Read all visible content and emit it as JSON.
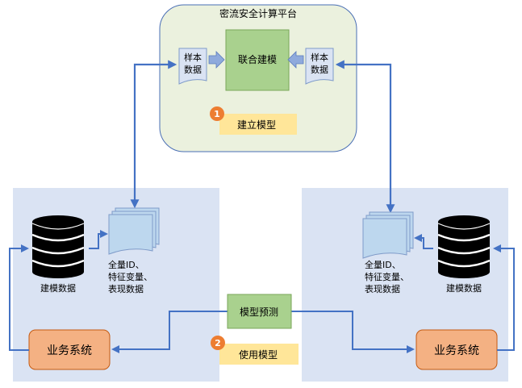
{
  "platform": {
    "title": "密流安全计算平台",
    "sample_left": [
      "样本",
      "数据"
    ],
    "sample_right": [
      "样本",
      "数据"
    ],
    "joint_modeling": "联合建模",
    "step1": {
      "number": "1",
      "label": "建立模型"
    }
  },
  "left_party": {
    "database_label": "建模数据",
    "doc_lines": [
      "全量ID、",
      "特征变量、",
      "表现数据"
    ],
    "system_label": "业务系统"
  },
  "right_party": {
    "database_label": "建模数据",
    "doc_lines": [
      "全量ID、",
      "特征变量、",
      "表现数据"
    ],
    "system_label": "业务系统"
  },
  "prediction": {
    "label": "模型预测",
    "step2": {
      "number": "2",
      "label": "使用模型"
    }
  },
  "colors": {
    "platform_fill": "#ebf1de",
    "platform_stroke": "#4a6fb5",
    "party_fill": "#dae3f3",
    "green_box": "#a9d18e",
    "green_stroke": "#7aa65a",
    "yellow_label": "#ffe699",
    "orange_badge": "#ed7d31",
    "orange_box": "#f4b183",
    "arrow_blue": "#4472c4",
    "doc_fill": "#bdd7ee"
  }
}
